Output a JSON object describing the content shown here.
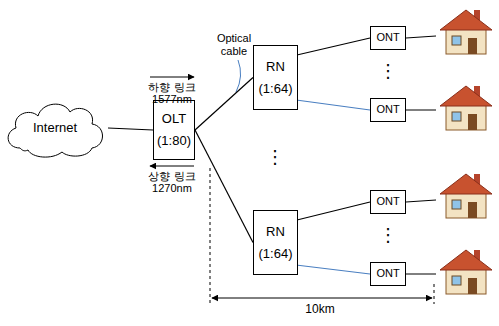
{
  "diagram": {
    "nodes": [
      {
        "text": [
          "Internet"
        ]
      },
      {
        "text": [
          "OLT",
          "(1:80)"
        ]
      },
      {
        "text": [
          "RN",
          "(1:64)"
        ]
      },
      {
        "text": [
          "ONT"
        ]
      },
      {
        "text": [
          "ONT"
        ]
      },
      {
        "text": [
          "RN",
          "(1:64)"
        ]
      },
      {
        "text": [
          "ONT"
        ]
      },
      {
        "text": [
          "ONT"
        ]
      }
    ],
    "edges": [
      {
        "from": 0,
        "to": 1,
        "arrow": "none"
      },
      {
        "from": 1,
        "to": 2,
        "arrow": "none"
      },
      {
        "from": 1,
        "to": 5,
        "arrow": "none"
      },
      {
        "from": 2,
        "to": 3,
        "arrow": "none"
      },
      {
        "from": 2,
        "to": 4,
        "arrow": "none"
      },
      {
        "from": 5,
        "to": 6,
        "arrow": "none"
      },
      {
        "from": 5,
        "to": 7,
        "arrow": "none"
      }
    ],
    "labels": [
      "하향 링크",
      "1577nm",
      "상향 링크",
      "1270nm",
      "Optical cable",
      "⋮",
      "⋮",
      "⋮",
      "10km"
    ]
  }
}
